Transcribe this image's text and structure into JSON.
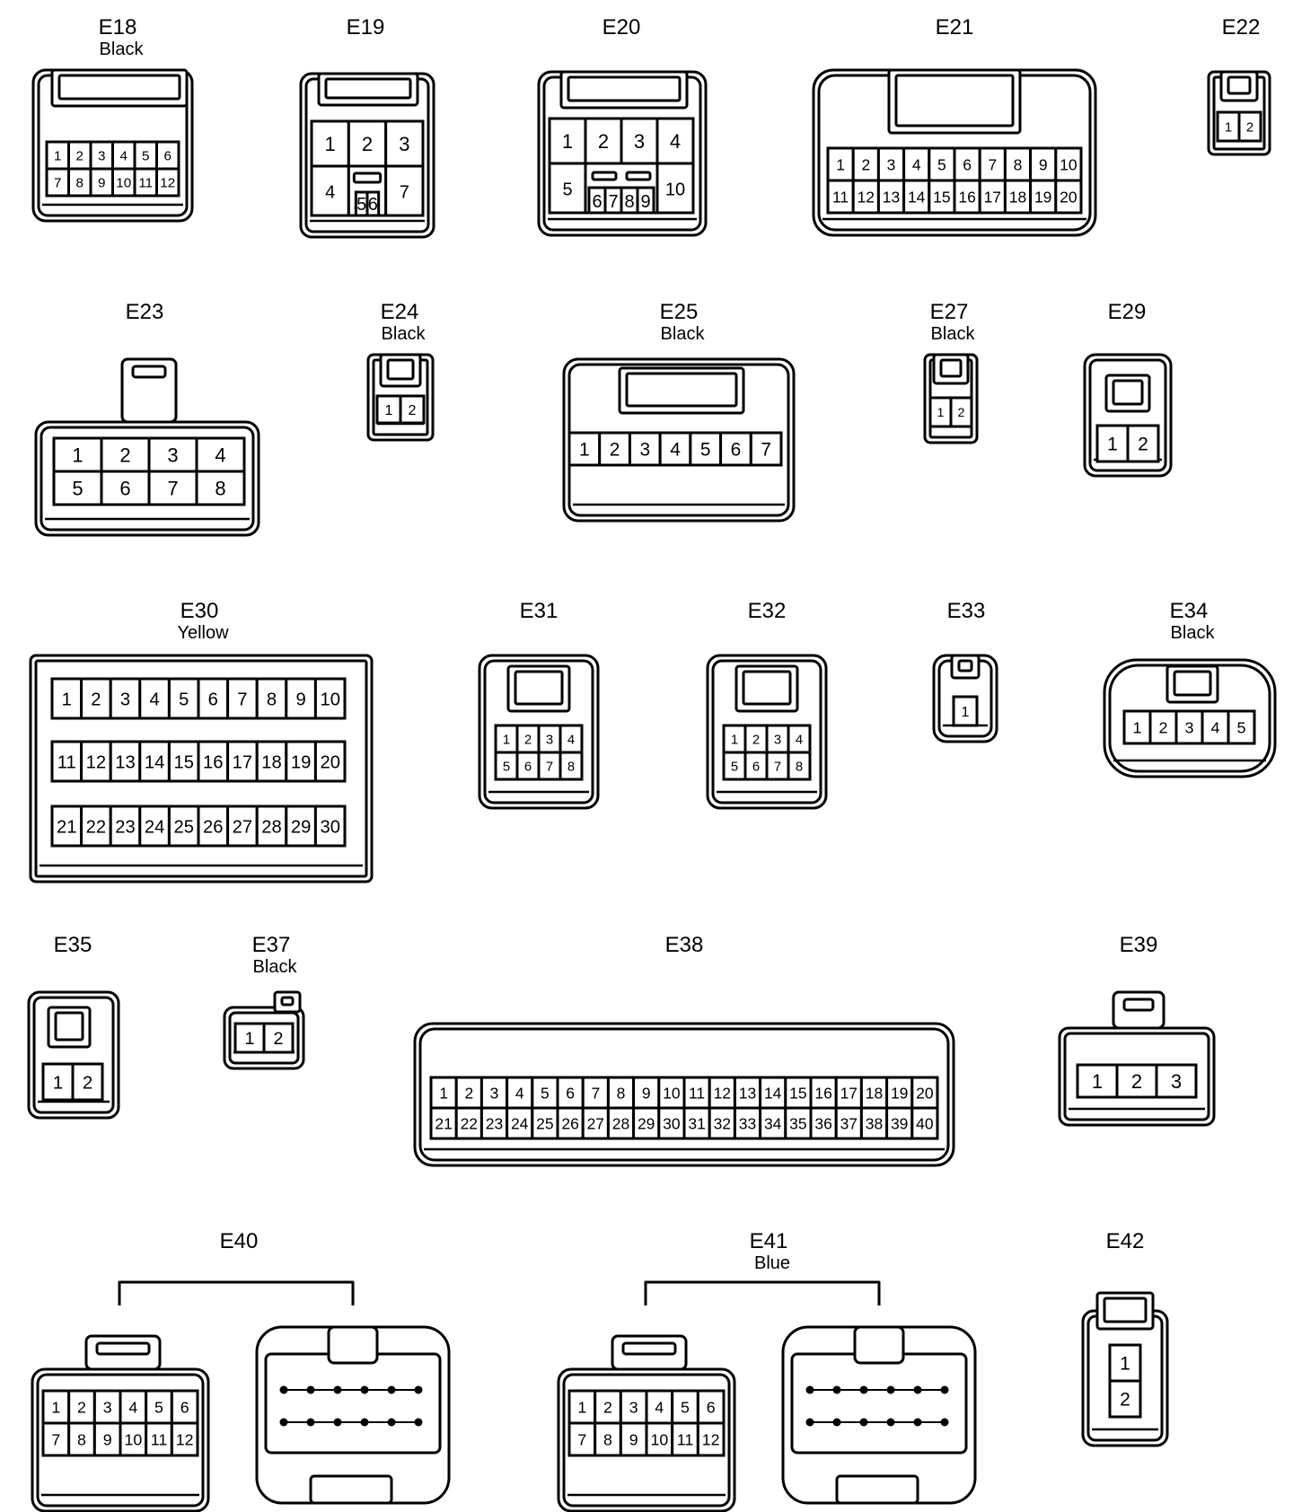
{
  "connectors": [
    {
      "id": "E18",
      "color": "Black",
      "pins": [
        [
          "1",
          "2",
          "3",
          "4",
          "5",
          "6"
        ],
        [
          "7",
          "8",
          "9",
          "10",
          "11",
          "12"
        ]
      ]
    },
    {
      "id": "E19",
      "color": "",
      "pins": [
        [
          "1",
          "2",
          "3"
        ],
        [
          "4",
          "5",
          "6",
          "7"
        ]
      ]
    },
    {
      "id": "E20",
      "color": "",
      "pins": [
        [
          "1",
          "2",
          "3",
          "4"
        ],
        [
          "5",
          "6",
          "7",
          "8",
          "9",
          "10"
        ]
      ]
    },
    {
      "id": "E21",
      "color": "",
      "pins": [
        [
          "1",
          "2",
          "3",
          "4",
          "5",
          "6",
          "7",
          "8",
          "9",
          "10"
        ],
        [
          "11",
          "12",
          "13",
          "14",
          "15",
          "16",
          "17",
          "18",
          "19",
          "20"
        ]
      ]
    },
    {
      "id": "E22",
      "color": "",
      "pins": [
        [
          "1",
          "2"
        ]
      ]
    },
    {
      "id": "E23",
      "color": "",
      "pins": [
        [
          "1",
          "2",
          "3",
          "4"
        ],
        [
          "5",
          "6",
          "7",
          "8"
        ]
      ]
    },
    {
      "id": "E24",
      "color": "Black",
      "pins": [
        [
          "1",
          "2"
        ]
      ]
    },
    {
      "id": "E25",
      "color": "Black",
      "pins": [
        [
          "1",
          "2",
          "3",
          "4",
          "5",
          "6",
          "7"
        ]
      ]
    },
    {
      "id": "E27",
      "color": "Black",
      "pins": [
        [
          "1",
          "2"
        ]
      ]
    },
    {
      "id": "E29",
      "color": "",
      "pins": [
        [
          "1",
          "2"
        ]
      ]
    },
    {
      "id": "E30",
      "color": "Yellow",
      "pins": [
        [
          "1",
          "2",
          "3",
          "4",
          "5",
          "6",
          "7",
          "8",
          "9",
          "10"
        ],
        [
          "11",
          "12",
          "13",
          "14",
          "15",
          "16",
          "17",
          "18",
          "19",
          "20"
        ],
        [
          "21",
          "22",
          "23",
          "24",
          "25",
          "26",
          "27",
          "28",
          "29",
          "30"
        ]
      ]
    },
    {
      "id": "E31",
      "color": "",
      "pins": [
        [
          "1",
          "2",
          "3",
          "4"
        ],
        [
          "5",
          "6",
          "7",
          "8"
        ]
      ]
    },
    {
      "id": "E32",
      "color": "",
      "pins": [
        [
          "1",
          "2",
          "3",
          "4"
        ],
        [
          "5",
          "6",
          "7",
          "8"
        ]
      ]
    },
    {
      "id": "E33",
      "color": "",
      "pins": [
        [
          "1"
        ]
      ]
    },
    {
      "id": "E34",
      "color": "Black",
      "pins": [
        [
          "1",
          "2",
          "3",
          "4",
          "5"
        ]
      ]
    },
    {
      "id": "E35",
      "color": "",
      "pins": [
        [
          "1",
          "2"
        ]
      ]
    },
    {
      "id": "E37",
      "color": "Black",
      "pins": [
        [
          "1",
          "2"
        ]
      ]
    },
    {
      "id": "E38",
      "color": "",
      "pins": [
        [
          "1",
          "2",
          "3",
          "4",
          "5",
          "6",
          "7",
          "8",
          "9",
          "10",
          "11",
          "12",
          "13",
          "14",
          "15",
          "16",
          "17",
          "18",
          "19",
          "20"
        ],
        [
          "21",
          "22",
          "23",
          "24",
          "25",
          "26",
          "27",
          "28",
          "29",
          "30",
          "31",
          "32",
          "33",
          "34",
          "35",
          "36",
          "37",
          "38",
          "39",
          "40"
        ]
      ]
    },
    {
      "id": "E39",
      "color": "",
      "pins": [
        [
          "1",
          "2",
          "3"
        ]
      ]
    },
    {
      "id": "E40",
      "color": "",
      "pins": [
        [
          "1",
          "2",
          "3",
          "4",
          "5",
          "6"
        ],
        [
          "7",
          "8",
          "9",
          "10",
          "11",
          "12"
        ]
      ]
    },
    {
      "id": "E41",
      "color": "Blue",
      "pins": [
        [
          "1",
          "2",
          "3",
          "4",
          "5",
          "6"
        ],
        [
          "7",
          "8",
          "9",
          "10",
          "11",
          "12"
        ]
      ]
    },
    {
      "id": "E42",
      "color": "",
      "pins": [
        [
          "1"
        ],
        [
          "2"
        ]
      ]
    }
  ]
}
